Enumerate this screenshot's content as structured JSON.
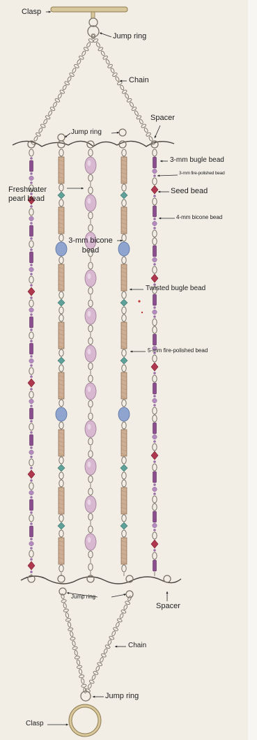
{
  "labels": {
    "clasp_top": "Clasp",
    "jump_ring_1": "Jump ring",
    "chain_top": "Chain",
    "jump_ring_2": "Jump ring",
    "spacer_top": "Spacer",
    "bugle_3mm": "3-mm bugle bead",
    "fire_polished_3mm": "3-mm fire-polished bead",
    "seed_bead": "Seed bead",
    "freshwater_pearl": "Freshwater pearl bead",
    "bicone_4mm": "4-mm bicone bead",
    "bicone_3mm": "3-mm bicone bead",
    "twisted_bugle": "Twisted bugle bead",
    "fire_polished_5mm": "5-mm fire-polished bead",
    "jump_ring_bottom": "Jump ring",
    "spacer_bottom": "Spacer",
    "chain_bottom": "Chain",
    "jump_ring_3": "Jump ring",
    "clasp_bottom": "Clasp"
  },
  "colors": {
    "background": "#f2eee6",
    "metal": "#7a7166",
    "clasp_gold": "#d8c79a",
    "amethyst": "#8a4d8e",
    "lilac": "#b58ac0",
    "magenta": "#b0384e",
    "teal": "#5fa29a",
    "pearl_pink": "#d8b8d0",
    "bugle_tan": "#cdae92",
    "blue_fire": "#8fa4cf"
  },
  "icons": {
    "bar_clasp": "toggle-bar-icon",
    "ring_clasp": "toggle-ring-icon"
  }
}
